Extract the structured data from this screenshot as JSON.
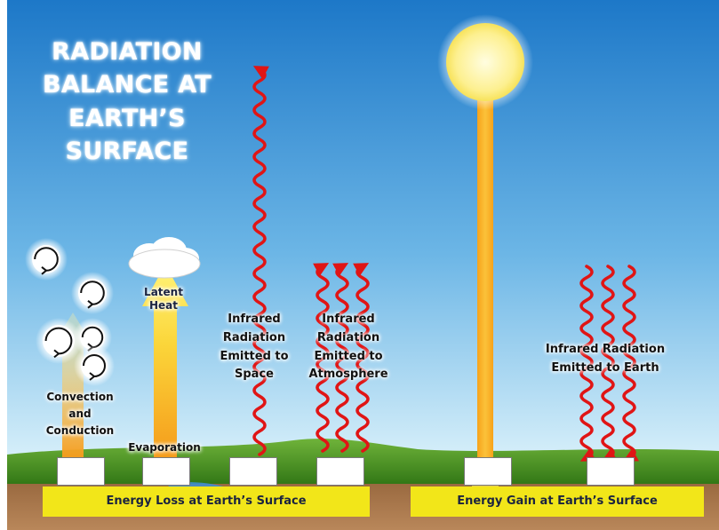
{
  "title": "RADIATION BALANCE AT EARTH’S SURFACE",
  "labels": {
    "convection": "Convection and Conduction",
    "latent_heat": "Latent Heat",
    "evaporation": "Evaporation",
    "ir_space": "Infrared Radiation Emitted to Space",
    "ir_atmosphere": "Infrared Radiation Emitted to Atmosphere",
    "ir_earth": "Infrared Radiation Emitted to Earth"
  },
  "bands": {
    "loss": "Energy Loss at Earth’s Surface",
    "gain": "Energy Gain at Earth’s Surface"
  },
  "colors": {
    "sky_top": "#1d78c8",
    "sky_bottom": "#cfeaf7",
    "grass": "#3f8a1c",
    "soil": "#a8754a",
    "wave": "#e01515",
    "band": "#f2e619",
    "sun": "#fdf7a0",
    "sun_beam": "#f0a020"
  },
  "icons": [
    "circular-arrow-icon",
    "cloud-icon",
    "sun-icon",
    "wavy-arrow-icon",
    "up-arrow-icon"
  ]
}
